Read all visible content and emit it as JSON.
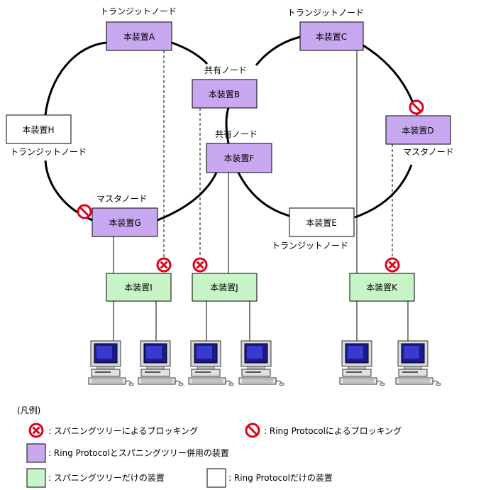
{
  "colors": {
    "ring_and_stp": "#c8a8f0",
    "stp_only": "#c8f5c8",
    "ring_only": "#ffffff",
    "block": "#e0001a"
  },
  "nodes": {
    "A": {
      "label": "本装置A",
      "role": "トランジットノード"
    },
    "B": {
      "label": "本装置B",
      "role": "共有ノード"
    },
    "C": {
      "label": "本装置C",
      "role": "トランジットノード"
    },
    "D": {
      "label": "本装置D",
      "role": "マスタノード"
    },
    "E": {
      "label": "本装置E",
      "role": "トランジットノード"
    },
    "F": {
      "label": "本装置F",
      "role": "共有ノード"
    },
    "G": {
      "label": "本装置G",
      "role": "マスタノード"
    },
    "H": {
      "label": "本装置H",
      "role": "トランジットノード"
    },
    "I": {
      "label": "本装置I"
    },
    "J": {
      "label": "本装置J"
    },
    "K": {
      "label": "本装置K"
    }
  },
  "legend": {
    "title": "(凡例)",
    "stp_block": ": スパニングツリーによるブロッキング",
    "ring_block": ": Ring Protocolによるブロッキング",
    "ring_and_stp": ": Ring Protocolとスパニングツリー併用の装置",
    "stp_only": ": スパニングツリーだけの装置",
    "ring_only": ": Ring Protocolだけの装置"
  }
}
